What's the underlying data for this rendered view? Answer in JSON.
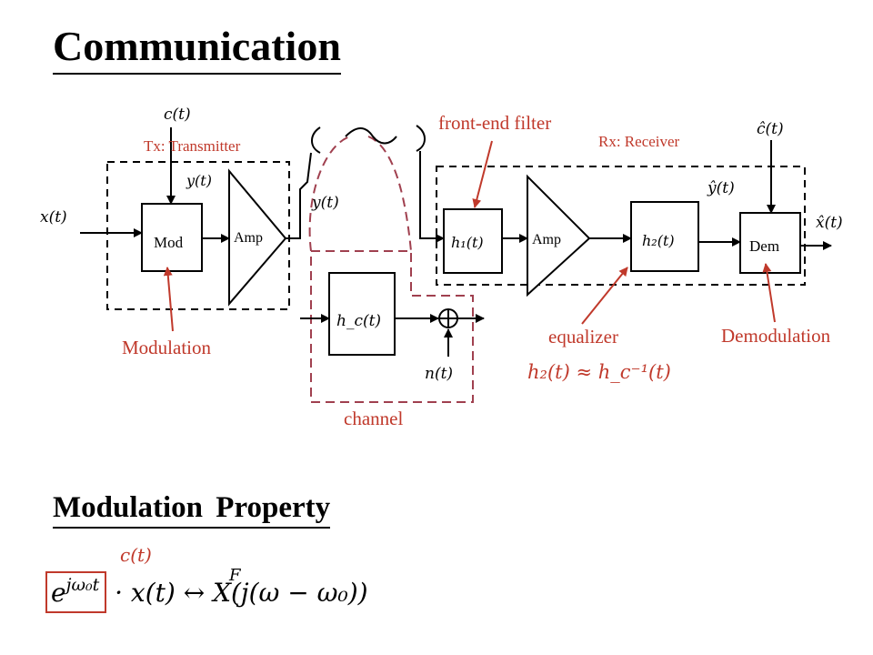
{
  "title": "Communication",
  "subtitle": "Modulation  Property",
  "diagram": {
    "signals": {
      "input": "x(t)",
      "carrier": "c(t)",
      "mod_out": "y(t)",
      "tx_out": "y(t)",
      "noise": "n(t)",
      "rx_carrier": "ĉ(t)",
      "eq_out": "ŷ(t)",
      "output": "x̂(t)"
    },
    "blocks": {
      "mod": "Mod",
      "amp_tx": "Amp",
      "channel": "h_c(t)",
      "h1": "h₁(t)",
      "amp_rx": "Amp",
      "h2": "h₂(t)",
      "dem": "Dem"
    },
    "annotations": {
      "tx": "Tx: Transmitter",
      "rx": "Rx: Receiver",
      "front_end": "front-end filter",
      "modulation": "Modulation",
      "channel": "channel",
      "equalizer": "equalizer",
      "equalizer_eq": "h₂(t) ≈ h_c⁻¹(t)",
      "demodulation": "Demodulation"
    },
    "colors": {
      "annotation": "#c0392b",
      "ink": "#000000"
    }
  },
  "formula": {
    "carrier_label": "c(t)",
    "exp_base": "e",
    "exp_power": "jω₀t",
    "rest": "· x(t) ↔ X(j(ω − ω₀))",
    "transform_label": "F"
  }
}
